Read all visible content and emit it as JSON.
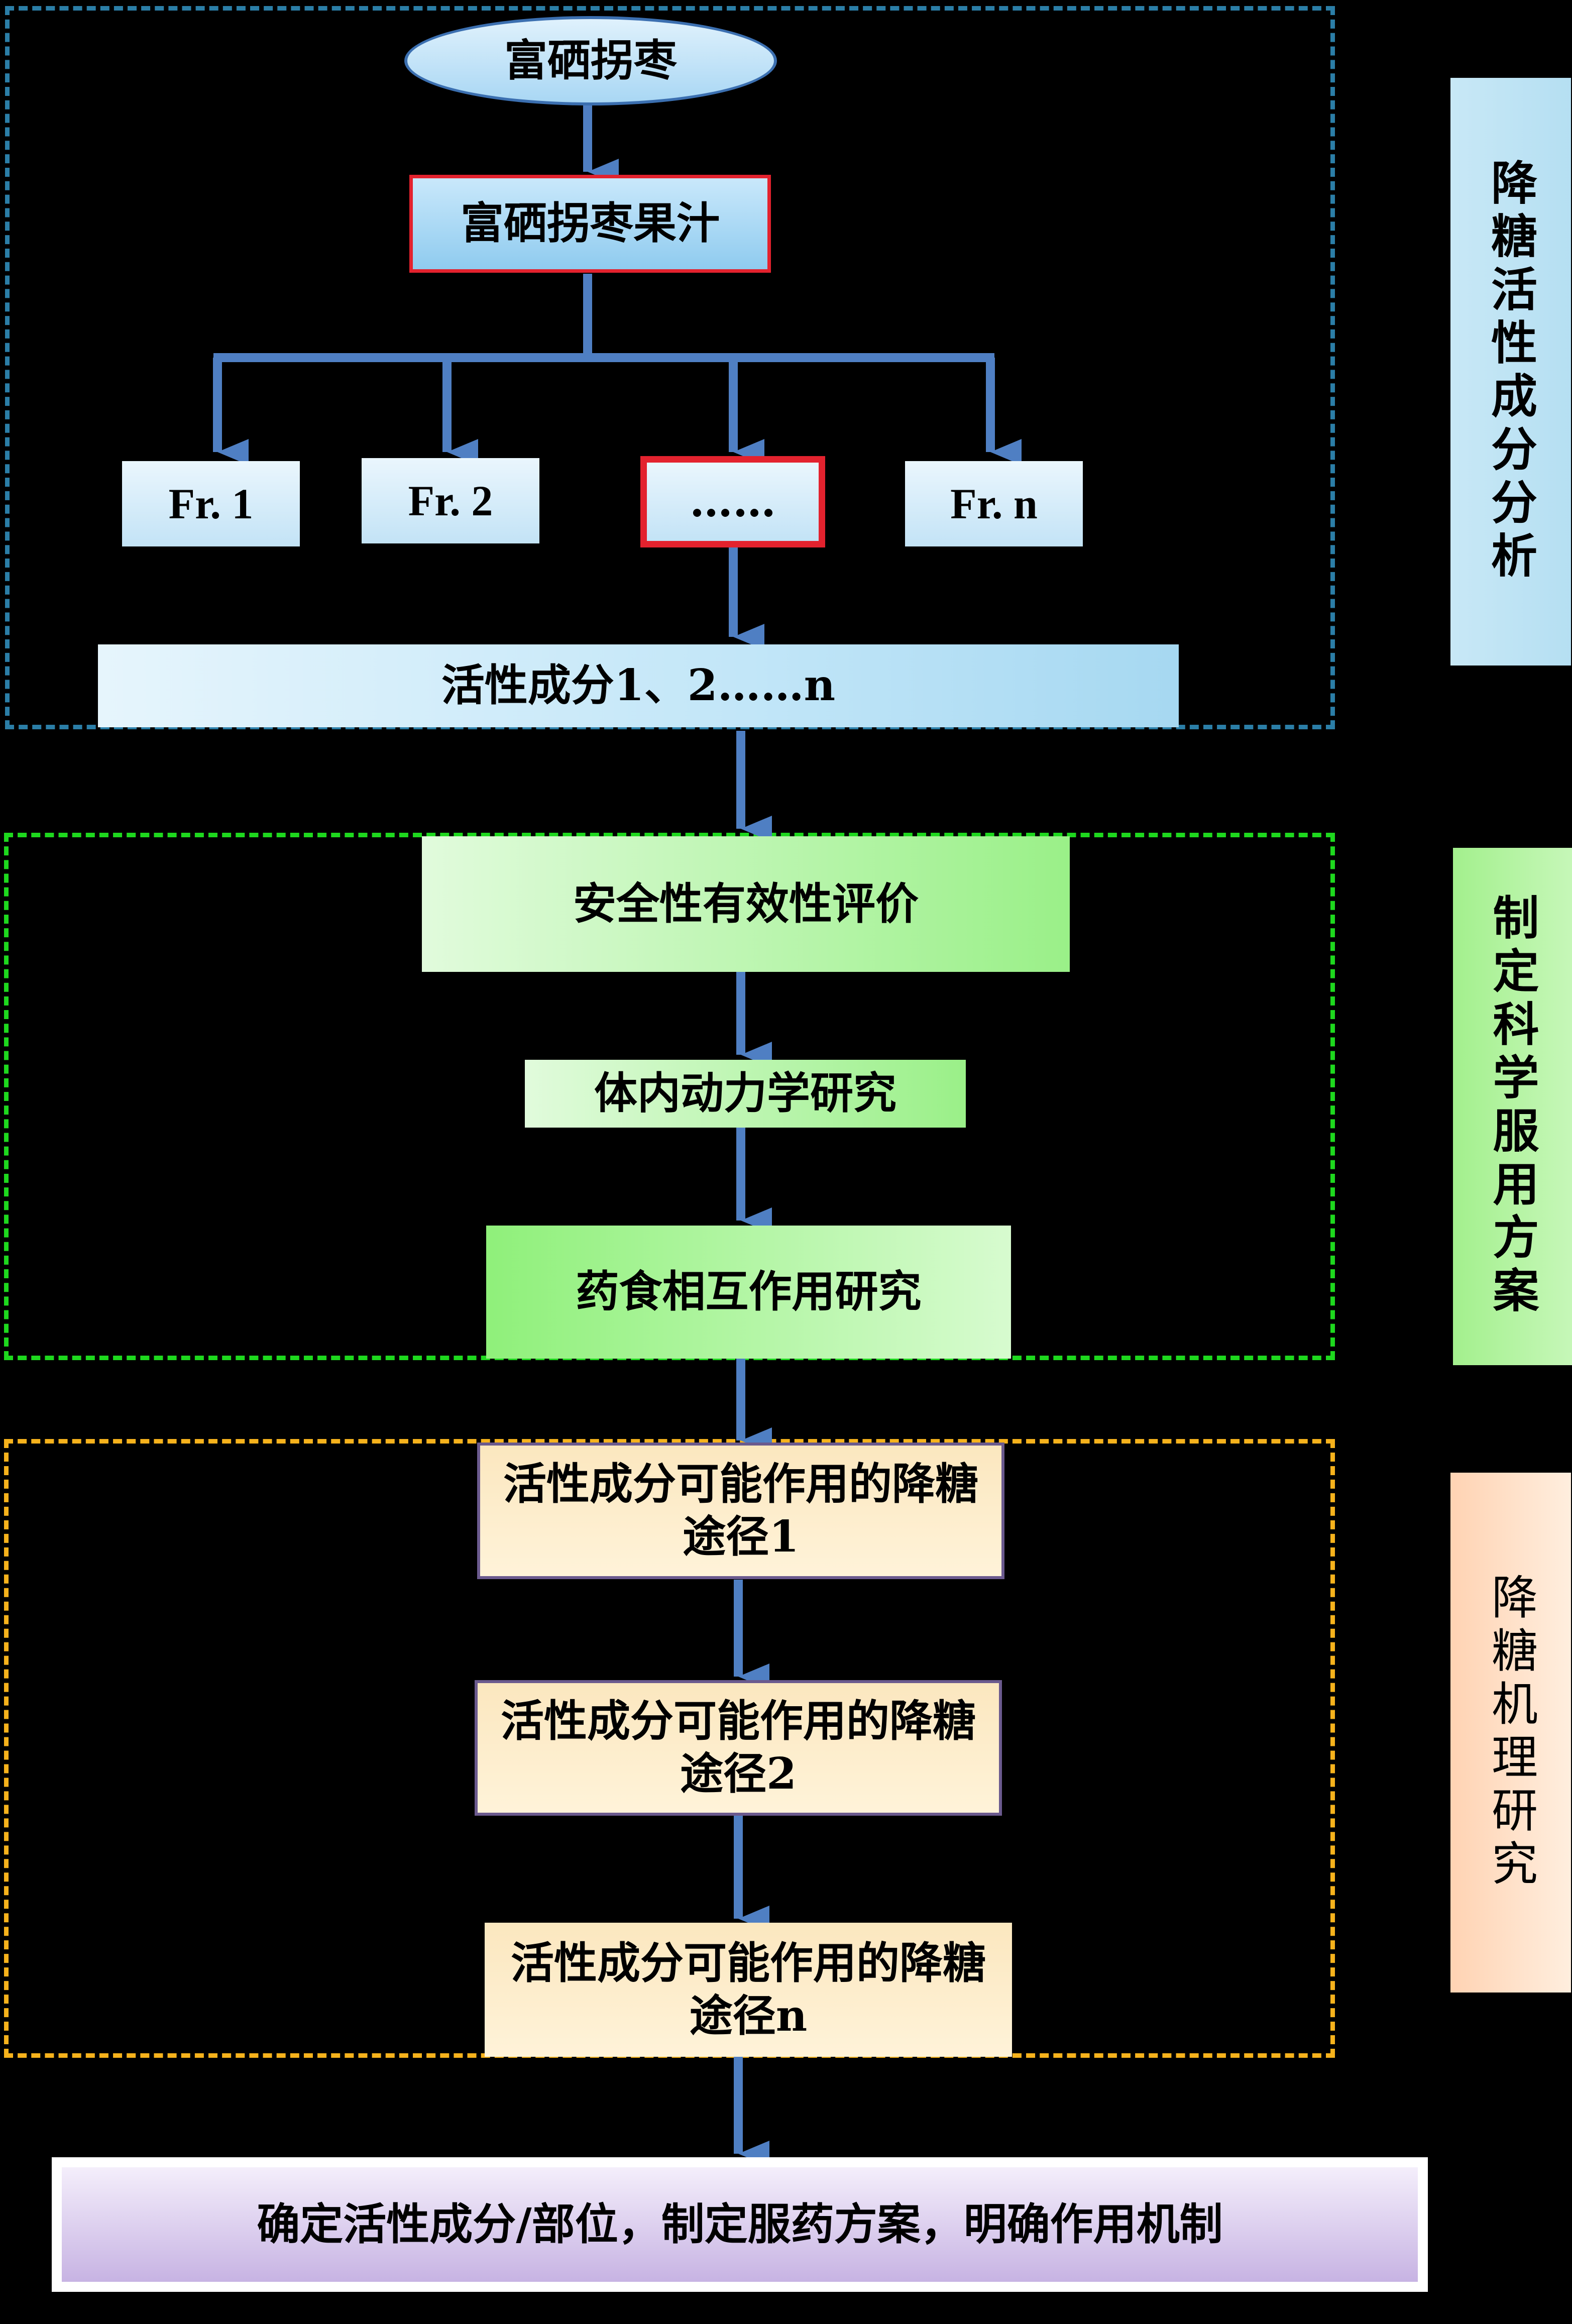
{
  "colors": {
    "blue_border": "#2b7ea7",
    "green_border": "#1ed81e",
    "orange_border": "#f6b21c",
    "arrow": "#4f7fc3",
    "red_outline": "#e3222e"
  },
  "nodes": {
    "source": "富硒拐枣",
    "juice": "富硒拐枣果汁",
    "fr1": "Fr. 1",
    "fr2": "Fr. 2",
    "fr_ellipsis": "……",
    "frn": "Fr. n",
    "active": "活性成分1、2……n",
    "safety": "安全性有效性评价",
    "kinetics": "体内动力学研究",
    "interaction": "药食相互作用研究",
    "path1": "活性成分可能作用的降糖途径1",
    "path2": "活性成分可能作用的降糖途径2",
    "pathn": "活性成分可能作用的降糖途径n",
    "final": "确定活性成分/部位，制定服药方案，明确作用机制"
  },
  "side_labels": {
    "analysis": "降糖活性成分分析",
    "plan": "制定科学服用方案",
    "mechanism": "降糖机理研究"
  },
  "icons": {
    "arrow": "arrow-down-icon"
  }
}
